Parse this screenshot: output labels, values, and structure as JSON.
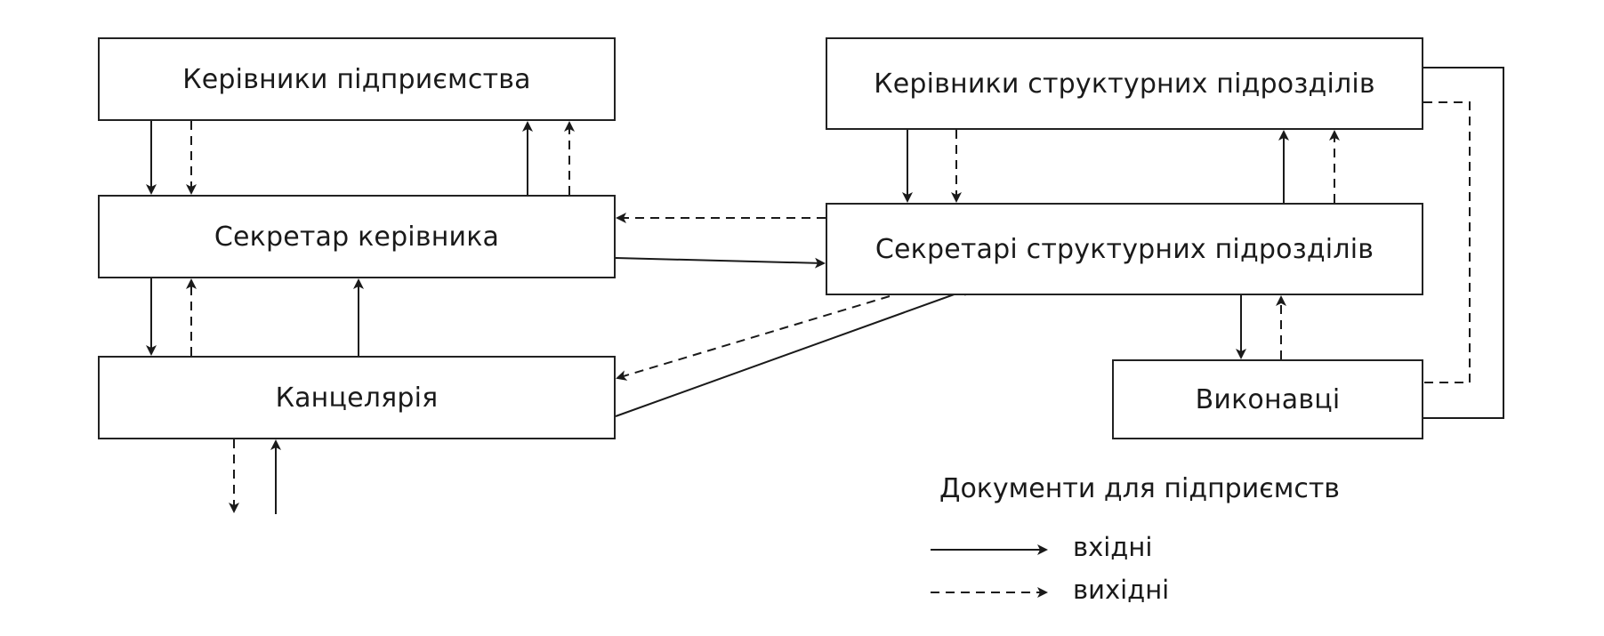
{
  "diagram": {
    "boxes": {
      "enterprise_managers": "Керівники підприємства",
      "unit_heads": "Керівники структурних підрозділів",
      "manager_secretary": "Секретар керівника",
      "unit_secretaries": "Секретарі структурних підрозділів",
      "office": "Канцелярія",
      "executors": "Виконавці"
    },
    "legend": {
      "title": "Документи для підприємств",
      "incoming": "вхідні",
      "outgoing": "вихідні"
    },
    "edges": [
      {
        "from": "enterprise_managers",
        "to": "manager_secretary",
        "kind": "incoming"
      },
      {
        "from": "enterprise_managers",
        "to": "manager_secretary",
        "kind": "outgoing"
      },
      {
        "from": "manager_secretary",
        "to": "enterprise_managers",
        "kind": "incoming"
      },
      {
        "from": "manager_secretary",
        "to": "enterprise_managers",
        "kind": "outgoing"
      },
      {
        "from": "manager_secretary",
        "to": "office",
        "kind": "incoming"
      },
      {
        "from": "office",
        "to": "manager_secretary",
        "kind": "outgoing"
      },
      {
        "from": "office",
        "to": "manager_secretary",
        "kind": "incoming"
      },
      {
        "from": "unit_secretaries",
        "to": "manager_secretary",
        "kind": "outgoing"
      },
      {
        "from": "manager_secretary",
        "to": "unit_secretaries",
        "kind": "incoming"
      },
      {
        "from": "unit_secretaries",
        "to": "office",
        "kind": "outgoing"
      },
      {
        "from": "office",
        "to": "unit_secretaries",
        "kind": "incoming"
      },
      {
        "from": "unit_heads",
        "to": "unit_secretaries",
        "kind": "incoming"
      },
      {
        "from": "unit_heads",
        "to": "unit_secretaries",
        "kind": "outgoing"
      },
      {
        "from": "unit_secretaries",
        "to": "unit_heads",
        "kind": "incoming"
      },
      {
        "from": "unit_secretaries",
        "to": "unit_heads",
        "kind": "outgoing"
      },
      {
        "from": "unit_secretaries",
        "to": "executors",
        "kind": "incoming"
      },
      {
        "from": "executors",
        "to": "unit_secretaries",
        "kind": "outgoing"
      },
      {
        "from": "unit_heads",
        "to": "executors",
        "kind": "incoming"
      },
      {
        "from": "unit_heads",
        "to": "executors",
        "kind": "outgoing"
      },
      {
        "from": "office",
        "to": "external",
        "kind": "outgoing"
      },
      {
        "from": "external",
        "to": "office",
        "kind": "incoming"
      }
    ]
  }
}
